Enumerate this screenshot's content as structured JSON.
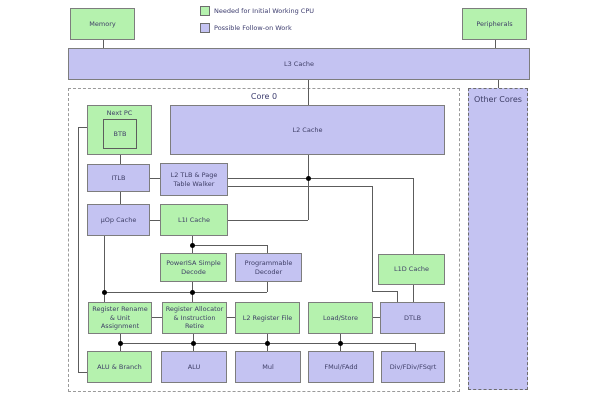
{
  "diagram": {
    "legend": [
      {
        "label": "Needed for Initial Working CPU",
        "color": "#b5f2ae"
      },
      {
        "label": "Possible Follow-on Work",
        "color": "#c4c3f2"
      }
    ],
    "colors": {
      "needed_green": "#b5f2ae",
      "followon_purple": "#c4c3f2",
      "line": "#5c5c5c"
    },
    "zones": {
      "core0": {
        "label": "Core 0"
      },
      "other_cores": {
        "label": "Other Cores"
      }
    },
    "nodes": {
      "memory": {
        "label": "Memory"
      },
      "peripherals": {
        "label": "Peripherals"
      },
      "l3_cache": {
        "label": "L3 Cache"
      },
      "next_pc": {
        "label": "Next PC"
      },
      "btb": {
        "label": "BTB"
      },
      "l2_cache": {
        "label": "L2 Cache"
      },
      "itlb": {
        "label": "ITLB"
      },
      "l2_tlb": {
        "label": "L2 TLB & Page Table Walker"
      },
      "uop_cache": {
        "label": "µOp Cache"
      },
      "l1i_cache": {
        "label": "L1I Cache"
      },
      "powerisa_decode": {
        "label": "PowerISA Simple Decode"
      },
      "prog_decoder": {
        "label": "Programmable Decoder"
      },
      "l1d_cache": {
        "label": "L1D Cache"
      },
      "reg_rename": {
        "label": "Register Rename & Unit Assignment"
      },
      "reg_alloc": {
        "label": "Register Allocator & Instruction Retire"
      },
      "l2_regfile": {
        "label": "L2 Register File"
      },
      "load_store": {
        "label": "Load/Store"
      },
      "dtlb": {
        "label": "DTLB"
      },
      "alu_branch": {
        "label": "ALU & Branch"
      },
      "alu": {
        "label": "ALU"
      },
      "mul": {
        "label": "Mul"
      },
      "fmul_fadd": {
        "label": "FMul/FAdd"
      },
      "div_fdiv_fsqrt": {
        "label": "Div/FDiv/FSqrt"
      }
    }
  }
}
